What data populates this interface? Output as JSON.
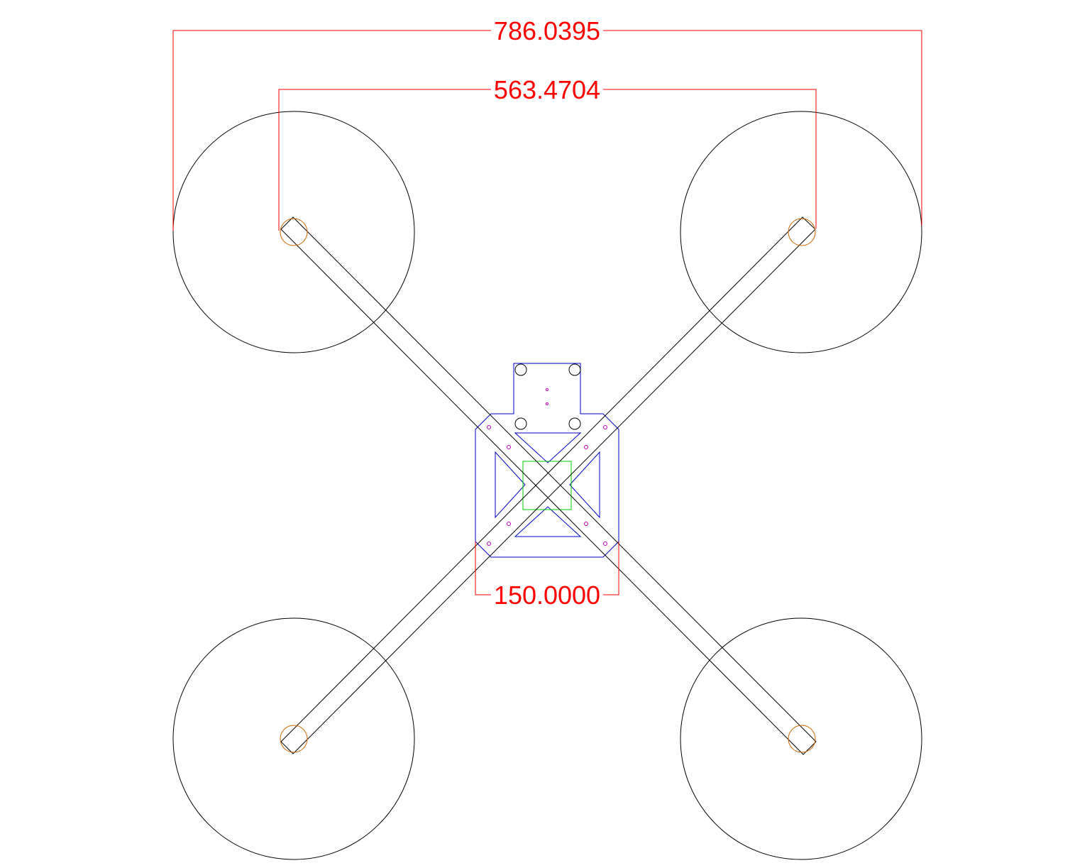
{
  "colors": {
    "background": "#ffffff",
    "outline": "#000000",
    "frame": "#0000cc",
    "mount_holes": "#cc00cc",
    "motor_mount": "#cc6600",
    "center_board": "#00cc00",
    "dimension": "#ff0000"
  },
  "dimensions": {
    "overall_span": "786.0395",
    "motor_spacing": "563.4704",
    "frame_width": "150.0000"
  }
}
